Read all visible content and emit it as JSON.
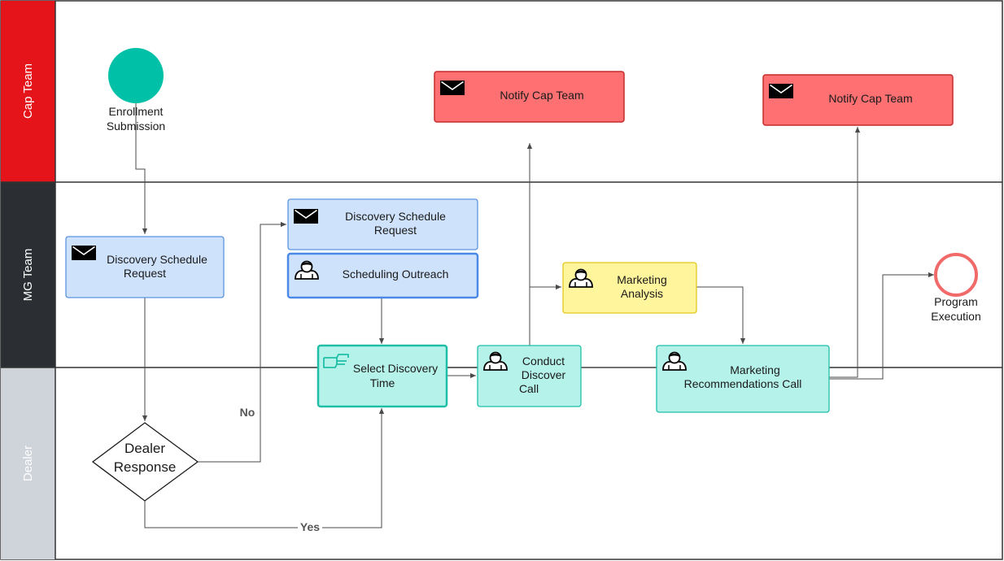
{
  "lanes": {
    "cap_team": "Cap Team",
    "mg_team": "MG Team",
    "dealer": "Dealer"
  },
  "colors": {
    "cap_team_lane": "#e5141b",
    "mg_team_lane": "#2b2f33",
    "dealer_lane": "#cfd4da",
    "start_event": "#00c1a7",
    "end_event": "#f06a6a",
    "blue_task": "#cfe2fc",
    "teal_task": "#b5f2ea",
    "yellow_task": "#fef59c",
    "red_task": "#ff7072"
  },
  "events": {
    "start": {
      "line1": "Enrollment",
      "line2": "Submission"
    },
    "end": {
      "line1": "Program",
      "line2": "Execution"
    }
  },
  "tasks": {
    "notify_cap_1": {
      "label": "Notify Cap Team",
      "icon": "envelope-icon"
    },
    "notify_cap_2": {
      "label": "Notify Cap Team",
      "icon": "envelope-icon"
    },
    "discovery_request_1": {
      "line1": "Discovery Schedule",
      "line2": "Request",
      "icon": "envelope-icon"
    },
    "discovery_request_2": {
      "line1": "Discovery Schedule",
      "line2": "Request",
      "icon": "envelope-icon"
    },
    "scheduling_outreach": {
      "label": "Scheduling Outreach",
      "icon": "user-icon"
    },
    "marketing_analysis": {
      "line1": "Marketing",
      "line2": "Analysis",
      "icon": "user-icon"
    },
    "select_discovery_time": {
      "line1": "Select Discovery",
      "line2": "Time",
      "icon": "hand-icon"
    },
    "conduct_discover_call": {
      "line1": "Conduct",
      "line2": "Discover",
      "line3": "Call",
      "icon": "user-icon"
    },
    "marketing_recommendations_call": {
      "line1": "Marketing",
      "line2": "Recommendations Call",
      "icon": "user-icon"
    }
  },
  "gateway": {
    "line1": "Dealer",
    "line2": "Response"
  },
  "edges": {
    "no": "No",
    "yes": "Yes"
  }
}
